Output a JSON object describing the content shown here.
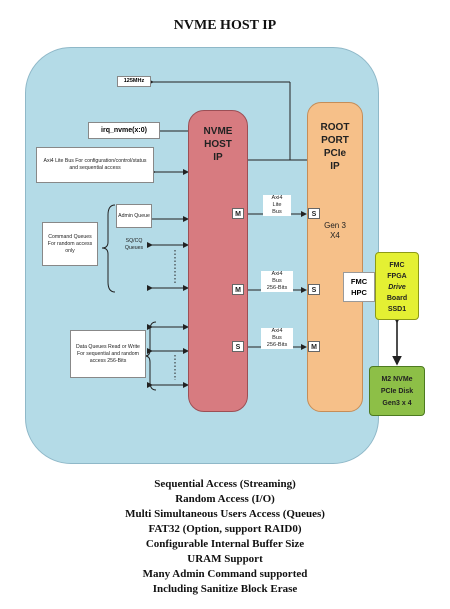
{
  "title": "NVME HOST IP",
  "clock_label": "125MHz",
  "irq_label": "irq_nvme(x:0)",
  "axi_lite_box": "Axi4 Lite Bus For configuration/control/status and sequential access",
  "command_queues_box": "Command Queues For random access only",
  "admin_queue_box": "Admin Queue",
  "sqcq_label": "SQ/CQ Queues",
  "data_queues_box": "Data Queues Read or Write For sequential and random access 256-Bits",
  "nvme_block": [
    "NVME",
    "HOST",
    "IP"
  ],
  "root_block": [
    "ROOT",
    "PORT",
    "PCIe",
    "IP"
  ],
  "gen_label": [
    "Gen 3",
    "X4"
  ],
  "bus_lite": [
    "Axi4",
    "Lite",
    "Bus"
  ],
  "bus_mid": [
    "Axi4",
    "Bus",
    "256-Bits"
  ],
  "bus_low": [
    "Axi4",
    "Bus",
    "256-Bits"
  ],
  "ports": {
    "nvme_top": "M",
    "root_top": "S",
    "nvme_mid": "M",
    "root_mid": "S",
    "nvme_low": "S",
    "root_low": "M"
  },
  "fmc_hpc": [
    "FMC",
    "HPC"
  ],
  "fmc_board": [
    "FMC",
    "FPGA",
    "Drive",
    "Board",
    "SSD1"
  ],
  "m2_disk": [
    "M2 NVMe",
    "PCIe Disk",
    "Gen3 x 4"
  ],
  "features": [
    "Sequential Access (Streaming)",
    "Random Access (I/O)",
    "Multi Simultaneous Users Access (Queues)",
    "FAT32 (Option, support RAID0)",
    "Configurable Internal Buffer Size",
    "URAM Support",
    "Many Admin Command supported",
    "Including Sanitize Block Erase"
  ],
  "colors": {
    "outer": "#b4dbe7",
    "nvme_block": "#d77b80",
    "root_block": "#f6c089",
    "fmc_board": "#e4f033",
    "m2_disk": "#8dbf47"
  }
}
